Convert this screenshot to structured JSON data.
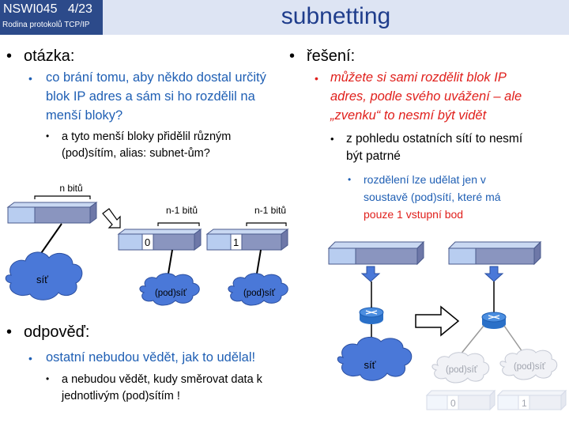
{
  "header": {
    "course_code": "NSWI045",
    "page": "4/23",
    "subtitle": "Rodina protokolů TCP/IP",
    "title": "subnetting"
  },
  "left": {
    "question_heading": "otázka:",
    "question_line1": "co brání tomu, aby někdo dostal určitý",
    "question_line2": "blok IP adres a sám si ho rozdělil na",
    "question_line3": "menší bloky?",
    "sub_line1": "a tyto menší bloky přidělil různým",
    "sub_line2": "(pod)sítím,  alias: subnet-ům?",
    "answer_heading": "odpověď:",
    "answer_line1": "ostatní nebudou vědět, jak to udělal!",
    "answer_sub_line1": "a nebudou vědět, kudy směrovat data k",
    "answer_sub_line2": "jednotlivým (pod)sítím  !"
  },
  "right": {
    "solution_heading": "řešení:",
    "red_line1": "můžete si sami rozdělit blok IP",
    "red_line2": "adres, podle svého uvážení – ale",
    "red_line3": "„zvenku“ to nesmí být vidět",
    "black_line1": "z pohledu ostatních sítí to nesmí",
    "black_line2": "být patrné",
    "blue_line1": "rozdělení lze udělat jen v",
    "blue_line2": "soustavě (pod)sítí, které má",
    "blue_line3_red": "pouze 1 vstupní bod"
  },
  "diagram_left": {
    "n_bits": "n bitů",
    "n1_bits_a": "n-1 bitů",
    "n1_bits_b": "n-1 bitů",
    "net": "síť",
    "subnet_a": "(pod)síť",
    "subnet_b": "(pod)síť",
    "bit0": "0",
    "bit1": "1"
  },
  "diagram_right": {
    "net": "síť",
    "subnet_a": "(pod)síť",
    "subnet_b": "(pod)síť",
    "bit0": "0",
    "bit1": "1"
  },
  "colors": {
    "header_bg": "#2c4a8a",
    "header_bar": "#dde4f3",
    "title": "#1f3d8c",
    "blue_text": "#1f5fb4",
    "red_text": "#e0201c",
    "cloud": "#4a78d8",
    "block_light": "#b8cdf0",
    "block_dark": "#8a95bf"
  }
}
